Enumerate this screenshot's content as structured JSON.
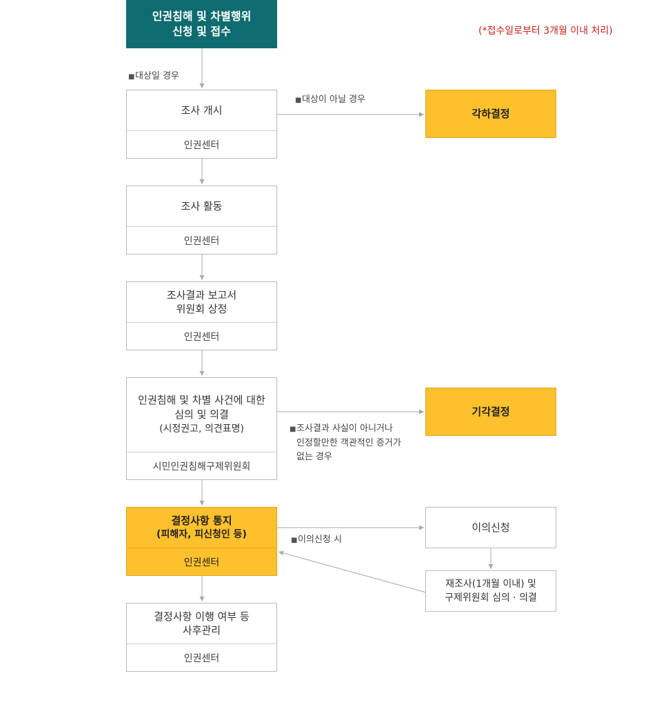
{
  "period_note": "(*접수일로부터 3개월 이내 처리)",
  "steps": {
    "apply": {
      "line1": "인권침해 및 차별행위",
      "line2": "신청 및 접수"
    },
    "start": {
      "title": "조사 개시",
      "org": "인권센터"
    },
    "activity": {
      "title": "조사 활동",
      "org": "인권센터"
    },
    "report": {
      "line1": "조사결과 보고서",
      "line2": "위원회 상정",
      "org": "인권센터"
    },
    "review": {
      "line1": "인권침해 및 차별 사건에 대한",
      "line2": "심의 및 의결",
      "line3": "(시정권고, 의견표명)",
      "org": "시민인권침해구제위원회"
    },
    "notice": {
      "line1": "결정사항 통지",
      "line2": "(피해자, 피신청인 등)",
      "org": "인권센터"
    },
    "follow": {
      "line1": "결정사항 이행 여부 등",
      "line2": "사후관리",
      "org": "인권센터"
    }
  },
  "outcomes": {
    "dismiss": "각하결정",
    "reject": "기각결정",
    "objection": "이의신청",
    "reinvestigate": {
      "line1": "재조사(1개월 이내) 및",
      "line2": "구제위원회 심의 · 의결"
    }
  },
  "notes": {
    "eligible": "대상일 경우",
    "not_eligible": "대상이 아닐 경우",
    "reject_reason": {
      "line1": "조사결과 사실이 아니거나",
      "line2": "인정할만한 객관적인 증거가",
      "line3": "없는 경우"
    },
    "objection_when": "이의신청 시"
  },
  "colors": {
    "teal": "#0e6b6f",
    "yellow": "#fdc12e",
    "red_note": "#c8201f",
    "arrow": "#aaaaaa"
  }
}
